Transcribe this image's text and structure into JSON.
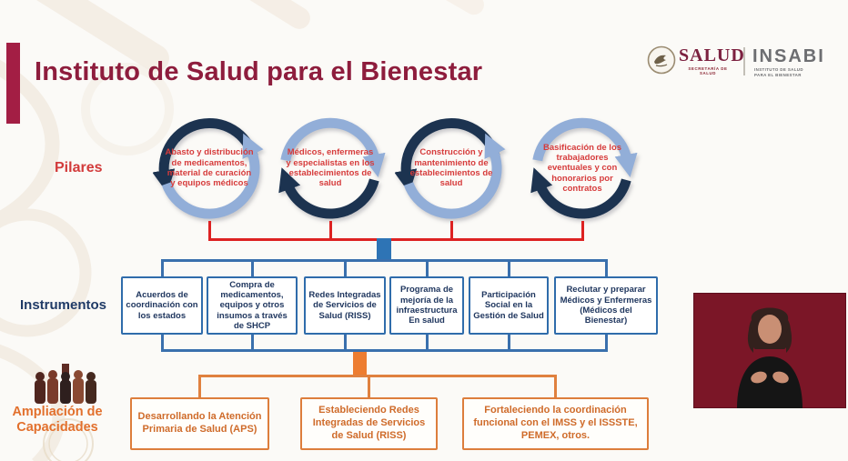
{
  "header": {
    "title": "Instituto de Salud para el Bienestar",
    "salud": {
      "text": "SALUD",
      "subtext": "SECRETARÍA DE SALUD"
    },
    "insabi": {
      "text": "INSABI",
      "subtext": "INSTITUTO DE SALUD PARA EL BIENESTAR"
    }
  },
  "pilares": {
    "label": "Pilares",
    "items": [
      "Abasto y distribución de medicamentos, material de curación y equipos médicos",
      "Médicos, enfermeras y especialistas en los establecimientos de salud",
      "Construcción y mantenimiento de establecimientos de salud",
      "Basificación de los trabajadores eventuales y con honorarios por contratos"
    ]
  },
  "instrumentos": {
    "label": "Instrumentos",
    "items": [
      "Acuerdos de coordinación con los estados",
      "Compra de medicamentos, equipos y otros insumos a través de SHCP",
      "Redes Integradas de Servicios de Salud (RISS)",
      "Programa de mejoría de la infraestructura En salud",
      "Participación Social en la Gestión de Salud",
      "Reclutar y preparar Médicos y Enfermeras (Médicos del Bienestar)"
    ]
  },
  "ampliacion": {
    "label": "Ampliación de Capacidades",
    "items": [
      "Desarrollando la Atención Primaria de Salud (APS)",
      "Estableciendo Redes Integradas de Servicios de Salud (RISS)",
      "Fortaleciendo la coordinación funcional con el IMSS y el ISSSTE, PEMEX, otros."
    ]
  },
  "colors": {
    "maroon": "#8e1d3d",
    "pillar_text_red": "#d63b3b",
    "connector_red": "#dd2222",
    "arc_navy": "#1c3350",
    "arc_light_blue": "#92aed8",
    "blue_box_border": "#2f6cab",
    "blue_box_text": "#20375f",
    "blue_bar": "#2e74b5",
    "orange_bar": "#ed7d31",
    "orange_border": "#dd7e3c",
    "orange_text": "#cf6b2a",
    "interpreter_bg": "#7b1627"
  }
}
